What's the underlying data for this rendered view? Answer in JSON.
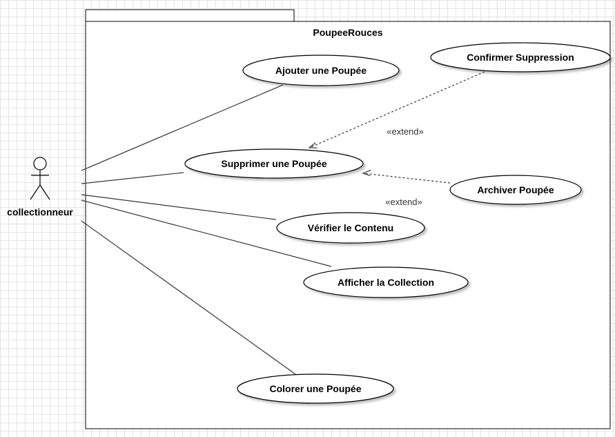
{
  "system": {
    "name": "PoupeeRouces"
  },
  "actor": {
    "name": "collectionneur"
  },
  "use_cases": {
    "ajouter": "Ajouter une Poupée",
    "supprimer": "Supprimer une Poupée",
    "confirmer": "Confirmer Suppression",
    "archiver": "Archiver Poupée",
    "verifier": "Vérifier le Contenu",
    "afficher": "Afficher la Collection",
    "colorer": "Colorer une Poupée"
  },
  "relations": {
    "extend_1": "«extend»",
    "extend_2": "«extend»"
  },
  "colors": {
    "line": "#000000",
    "fill": "#ffffff",
    "shadow": "#c8c8c8",
    "grid": "#e4e4e4"
  }
}
